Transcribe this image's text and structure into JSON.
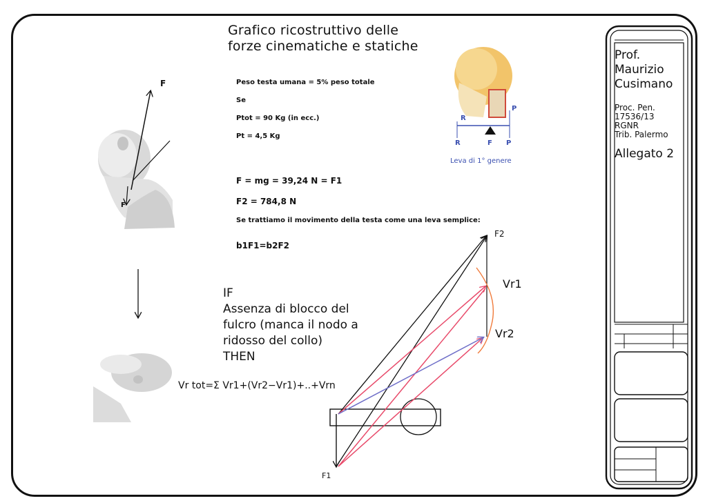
{
  "title": {
    "line1": "Grafico ricostruttivo delle",
    "line2": "forze cinematiche e statiche"
  },
  "formulas": {
    "peso": "Peso testa umana = 5% peso totale",
    "se": "Se",
    "ptot": "Ptot = 90 Kg (in ecc.)",
    "pt": "Pt = 4,5 Kg",
    "f_mg": "F = mg = 39,24 N = F1",
    "f2": "F2 = 784,8 N",
    "leva_text": "Se trattiamo il movimento della testa come una leva semplice:",
    "equation": "b1F1=b2F2",
    "vr_tot": "Vr  tot=Σ Vr1+(Vr2−Vr1)+..+Vrn"
  },
  "condition": {
    "line1": "IF",
    "line2": "Assenza di blocco del",
    "line3": "fulcro (manca il nodo a",
    "line4": "ridosso del collo)",
    "line5": "THEN"
  },
  "lever_figure": {
    "r_top": "R",
    "p_top": "P",
    "r_bottom": "R",
    "f_bottom": "F",
    "p_bottom": "P",
    "caption": "Leva di 1° genere"
  },
  "force_labels": {
    "f_top": "F",
    "f_small": "F",
    "f2": "F2",
    "vr1": "Vr1",
    "vr2": "Vr2",
    "f1": "F1"
  },
  "title_block": {
    "name_line1": "Prof.",
    "name_line2": "Maurizio",
    "name_line3": "Cusimano",
    "proc_line1": "Proc. Pen.",
    "proc_line2": "17536/13",
    "proc_line3": "RGNR",
    "proc_line4": "Trib. Palermo",
    "allegato": "Allegato 2"
  },
  "colors": {
    "line": "#111111",
    "red": "#e84a6a",
    "blue": "#6e6ec8",
    "orange": "#f07a3a",
    "caption_blue": "#3a4fb0",
    "skull": "#f2c46a"
  }
}
